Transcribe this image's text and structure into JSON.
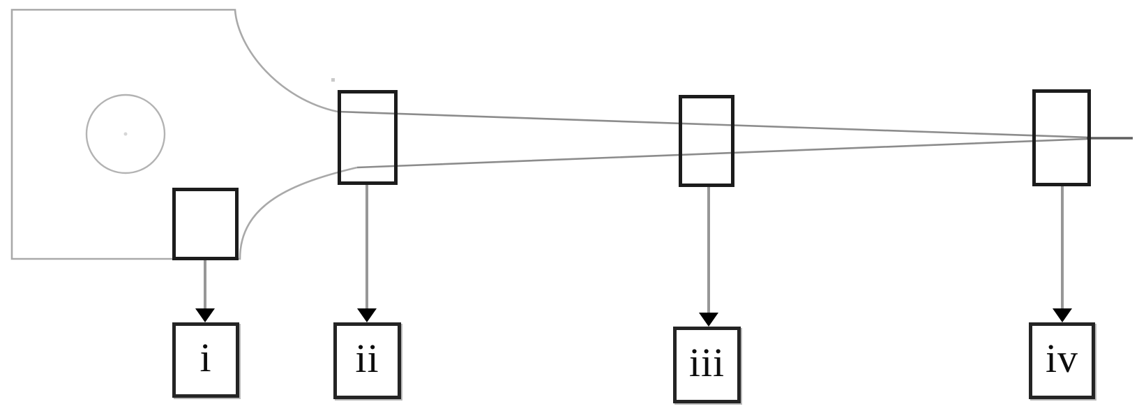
{
  "figure": {
    "regions": [
      {
        "id": "i",
        "label": "i"
      },
      {
        "id": "ii",
        "label": "ii"
      },
      {
        "id": "iii",
        "label": "iii"
      },
      {
        "id": "iv",
        "label": "iv"
      }
    ]
  },
  "colors": {
    "background": "#ffffff",
    "body_outline": "#a9a9a9",
    "circle_outline": "#b3b3b3",
    "blade_line": "#8c8c8c",
    "tip_line": "#5f5f5f",
    "marker_stroke": "#1c1c1c",
    "label_box_stroke": "#242424",
    "label_text": "#0d0d0d",
    "arrow_stem": "#979797",
    "arrow_head": "#000000"
  }
}
